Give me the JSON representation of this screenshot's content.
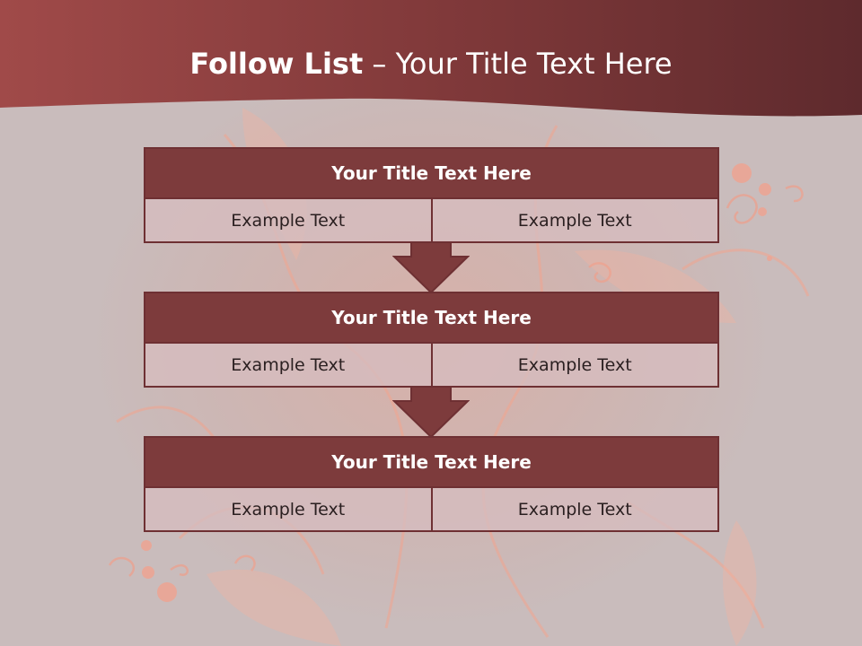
{
  "slide": {
    "title_bold": "Follow List",
    "title_rest": " – Your Title Text Here"
  },
  "steps": [
    {
      "title": "Your Title Text Here",
      "left": "Example Text",
      "right": "Example Text"
    },
    {
      "title": "Your Title Text Here",
      "left": "Example Text",
      "right": "Example Text"
    },
    {
      "title": "Your Title Text Here",
      "left": "Example Text",
      "right": "Example Text"
    }
  ],
  "colors": {
    "header": "#7a3537",
    "box_title": "#7d3b3c",
    "border": "#6e3033",
    "cell": "#d6bcbf",
    "background": "#c9bcbc"
  }
}
